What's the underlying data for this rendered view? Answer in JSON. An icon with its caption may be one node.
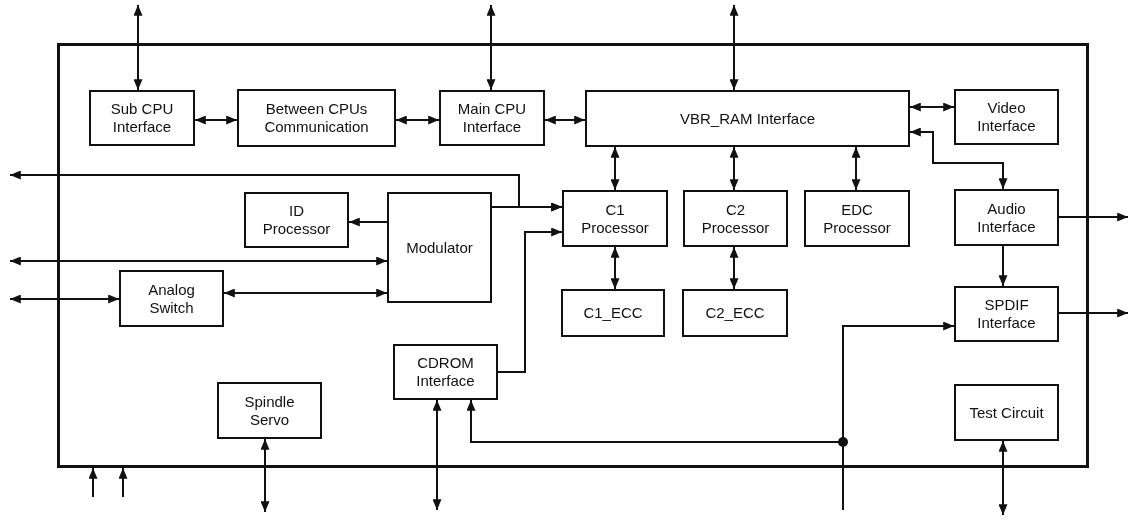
{
  "diagram": {
    "nodes": [
      {
        "text": [],
        "shape": "box"
      },
      {
        "text": [
          "Sub CPU Interface"
        ],
        "in": 0
      },
      {
        "text": [
          "Between CPUs Communication"
        ],
        "in": 0
      },
      {
        "text": [
          "Main CPU Interface"
        ],
        "in": 0
      },
      {
        "text": [
          "VBR_RAM Interface"
        ],
        "in": 0
      },
      {
        "text": [
          "Video Interface"
        ],
        "in": 0
      },
      {
        "text": [
          "ID Processor"
        ],
        "in": 0
      },
      {
        "text": [
          "Modulator"
        ],
        "in": 0
      },
      {
        "text": [
          "C1 Processor"
        ],
        "in": 0
      },
      {
        "text": [
          "C2 Processor"
        ],
        "in": 0
      },
      {
        "text": [
          "EDC Processor"
        ],
        "in": 0
      },
      {
        "text": [
          "Audio Interface"
        ],
        "in": 0
      },
      {
        "text": [
          "Analog Switch"
        ],
        "in": 0
      },
      {
        "text": [
          "C1_ECC"
        ],
        "in": 0
      },
      {
        "text": [
          "C2_ECC"
        ],
        "in": 0
      },
      {
        "text": [
          "SPDIF Interface"
        ],
        "in": 0
      },
      {
        "text": [
          "CDROM Interface"
        ],
        "in": 0
      },
      {
        "text": [
          "Spindle Servo"
        ],
        "in": 0
      },
      {
        "text": [
          "Test Circuit"
        ],
        "in": 0
      }
    ],
    "edges": [
      {
        "from": null,
        "to": 1,
        "arrow": "both"
      },
      {
        "from": 1,
        "to": 2,
        "arrow": "both"
      },
      {
        "from": 2,
        "to": 3,
        "arrow": "both"
      },
      {
        "from": null,
        "to": 3,
        "arrow": "both"
      },
      {
        "from": 3,
        "to": 4,
        "arrow": "both"
      },
      {
        "from": null,
        "to": 4,
        "arrow": "both"
      },
      {
        "from": 4,
        "to": 5,
        "arrow": "both"
      },
      {
        "from": 4,
        "to": 11,
        "arrow": "both"
      },
      {
        "from": 4,
        "to": 8,
        "arrow": "both"
      },
      {
        "from": 4,
        "to": 9,
        "arrow": "both"
      },
      {
        "from": 4,
        "to": 10,
        "arrow": "both"
      },
      {
        "from": 7,
        "to": 6,
        "arrow": "to"
      },
      {
        "from": 7,
        "to": 8,
        "arrow": "to"
      },
      {
        "from": null,
        "to": 8,
        "arrow": "both"
      },
      {
        "from": 16,
        "to": 8,
        "arrow": "to"
      },
      {
        "from": null,
        "to": 7,
        "arrow": "both"
      },
      {
        "from": null,
        "to": 12,
        "arrow": "both"
      },
      {
        "from": 12,
        "to": 7,
        "arrow": "both"
      },
      {
        "from": 8,
        "to": 13,
        "arrow": "both"
      },
      {
        "from": 9,
        "to": 14,
        "arrow": "both"
      },
      {
        "from": 11,
        "to": 15,
        "arrow": "to"
      },
      {
        "from": 11,
        "to": null,
        "arrow": "to"
      },
      {
        "from": 15,
        "to": null,
        "arrow": "to"
      },
      {
        "from": null,
        "to": 15,
        "arrow": "to"
      },
      {
        "from": null,
        "to": 16,
        "arrow": "to"
      },
      {
        "from": null,
        "to": 16,
        "arrow": "both"
      },
      {
        "from": null,
        "to": 17,
        "arrow": "both"
      },
      {
        "from": null,
        "to": 18,
        "arrow": "both"
      },
      {
        "from": null,
        "to": 0,
        "arrow": "to"
      },
      {
        "from": null,
        "to": 0,
        "arrow": "to"
      }
    ]
  }
}
